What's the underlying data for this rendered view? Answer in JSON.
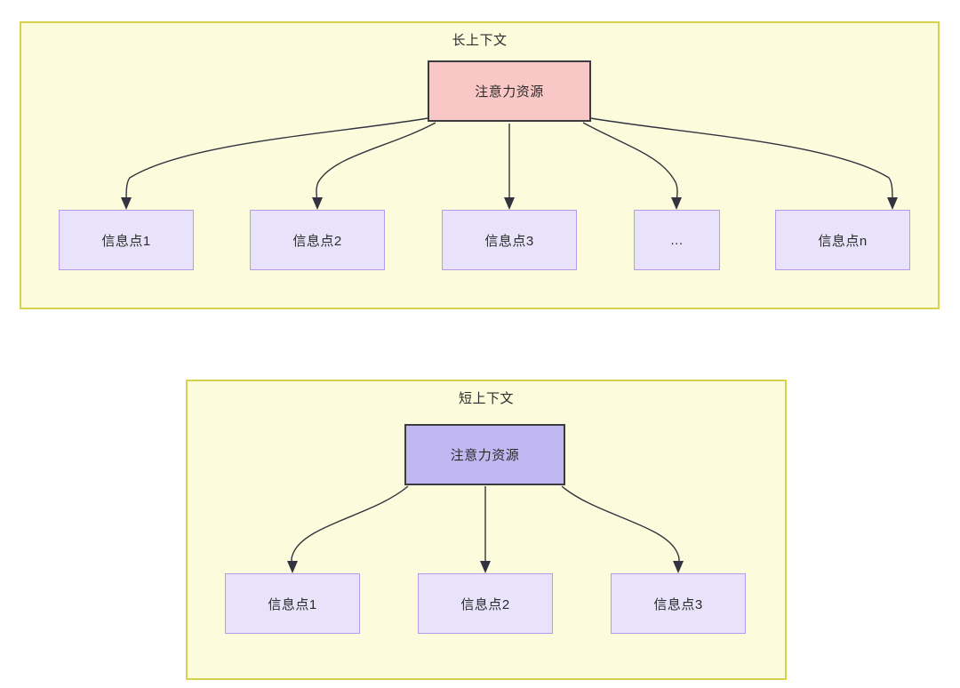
{
  "diagram": {
    "title_note": "attention-resource-distribution",
    "colors": {
      "panel_fill": "#fcfcdc",
      "panel_border": "#d6d14e",
      "attention_long_fill": "#fac7c7",
      "attention_short_fill": "#c1b8f2",
      "info_fill": "#e8e3fb",
      "info_border": "#b49ae8",
      "node_border_dark": "#3b3b42",
      "edge_stroke": "#333340",
      "text": "#2b2b2b"
    }
  },
  "long_context": {
    "panel_label": "长上下文",
    "attention": {
      "label": "注意力资源"
    },
    "info_points": [
      {
        "label": "信息点1"
      },
      {
        "label": "信息点2"
      },
      {
        "label": "信息点3"
      },
      {
        "label": "..."
      },
      {
        "label": "信息点n"
      }
    ]
  },
  "short_context": {
    "panel_label": "短上下文",
    "attention": {
      "label": "注意力资源"
    },
    "info_points": [
      {
        "label": "信息点1"
      },
      {
        "label": "信息点2"
      },
      {
        "label": "信息点3"
      }
    ]
  }
}
